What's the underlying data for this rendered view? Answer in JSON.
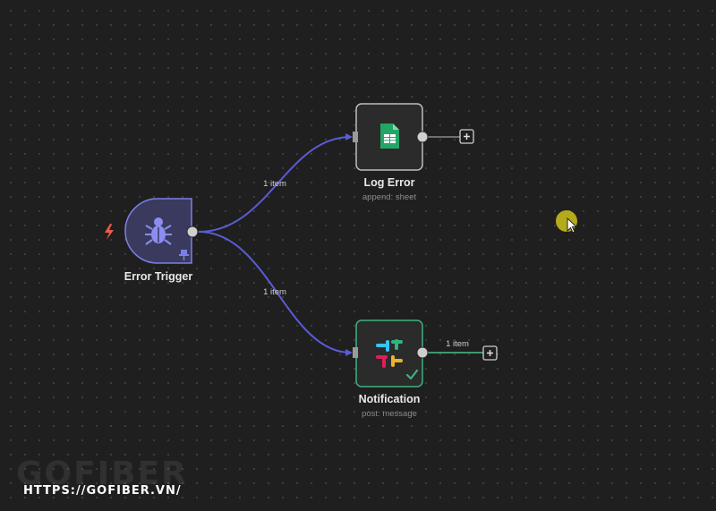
{
  "nodes": {
    "error_trigger": {
      "label": "Error Trigger",
      "icon": "bug-icon",
      "accent": "#7c7fe6"
    },
    "log_error": {
      "label": "Log Error",
      "subtitle": "append: sheet",
      "icon": "google-sheets-icon",
      "accent": "#23a566"
    },
    "notification": {
      "label": "Notification",
      "subtitle": "post: message",
      "icon": "slack-icon",
      "status": "success-check-icon"
    }
  },
  "edges": {
    "trigger_to_log": {
      "label": "1 item",
      "color": "#5b5bd6"
    },
    "trigger_to_notification": {
      "label": "1 item",
      "color": "#5b5bd6"
    },
    "notification_output": {
      "label": "1 item",
      "color": "#3f9a6b"
    }
  },
  "colors": {
    "canvas": "#1f1f1f",
    "node_fill": "#2b2b2b",
    "trigger_fill": "#3a3a5e",
    "success": "#3fb27f",
    "lightning": "#ef5a4a",
    "cursor_highlight": "#cfc41a"
  },
  "watermark": {
    "brand": "GOFIBER",
    "url": "HTTPS://GOFIBER.VN/"
  }
}
